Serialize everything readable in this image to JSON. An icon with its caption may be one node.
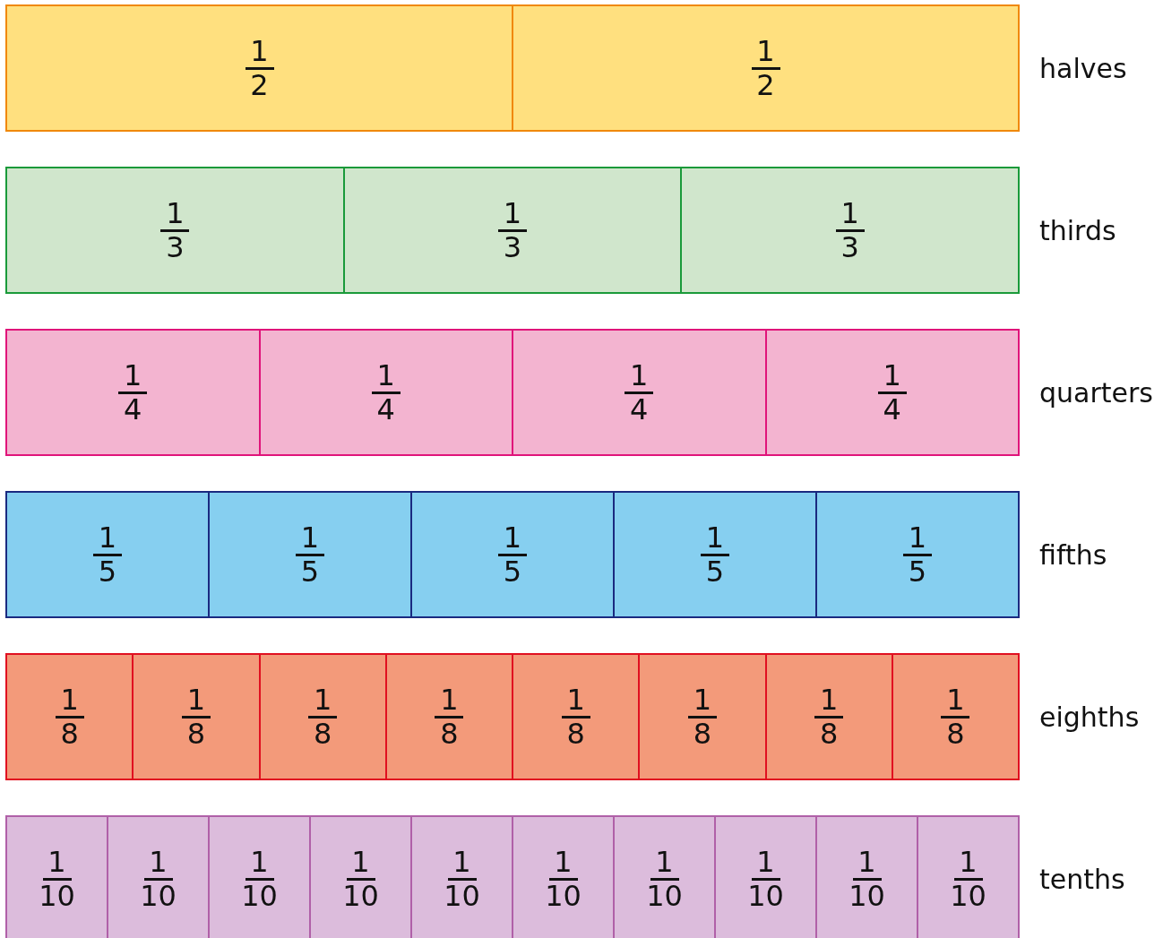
{
  "diagram": {
    "nodes": [
      {
        "text": [],
        "shape": "bar",
        "beside": [
          "halves"
        ]
      },
      {
        "text": [
          "1",
          "2"
        ],
        "in": 0
      },
      {
        "text": [
          "1",
          "2"
        ],
        "in": 0
      },
      {
        "text": [],
        "shape": "bar",
        "beside": [
          "thirds"
        ]
      },
      {
        "text": [
          "1",
          "3"
        ],
        "in": 3
      },
      {
        "text": [
          "1",
          "3"
        ],
        "in": 3
      },
      {
        "text": [
          "1",
          "3"
        ],
        "in": 3
      },
      {
        "text": [],
        "shape": "bar",
        "beside": [
          "quarters"
        ]
      },
      {
        "text": [
          "1",
          "4"
        ],
        "in": 7
      },
      {
        "text": [
          "1",
          "4"
        ],
        "in": 7
      },
      {
        "text": [
          "1",
          "4"
        ],
        "in": 7
      },
      {
        "text": [
          "1",
          "4"
        ],
        "in": 7
      },
      {
        "text": [],
        "shape": "bar",
        "beside": [
          "fifths"
        ]
      },
      {
        "text": [
          "1",
          "5"
        ],
        "in": 12
      },
      {
        "text": [
          "1",
          "5"
        ],
        "in": 12
      },
      {
        "text": [
          "1",
          "5"
        ],
        "in": 12
      },
      {
        "text": [
          "1",
          "5"
        ],
        "in": 12
      },
      {
        "text": [
          "1",
          "5"
        ],
        "in": 12
      },
      {
        "text": [],
        "shape": "bar",
        "beside": [
          "eighths"
        ]
      },
      {
        "text": [
          "1",
          "8"
        ],
        "in": 18
      },
      {
        "text": [
          "1",
          "8"
        ],
        "in": 18
      },
      {
        "text": [
          "1",
          "8"
        ],
        "in": 18
      },
      {
        "text": [
          "1",
          "8"
        ],
        "in": 18
      },
      {
        "text": [
          "1",
          "8"
        ],
        "in": 18
      },
      {
        "text": [
          "1",
          "8"
        ],
        "in": 18
      },
      {
        "text": [
          "1",
          "8"
        ],
        "in": 18
      },
      {
        "text": [
          "1",
          "8"
        ],
        "in": 18
      },
      {
        "text": [],
        "shape": "bar",
        "beside": [
          "tenths"
        ]
      },
      {
        "text": [
          "1",
          "10"
        ],
        "in": 27
      },
      {
        "text": [
          "1",
          "10"
        ],
        "in": 27
      },
      {
        "text": [
          "1",
          "10"
        ],
        "in": 27
      },
      {
        "text": [
          "1",
          "10"
        ],
        "in": 27
      },
      {
        "text": [
          "1",
          "10"
        ],
        "in": 27
      },
      {
        "text": [
          "1",
          "10"
        ],
        "in": 27
      },
      {
        "text": [
          "1",
          "10"
        ],
        "in": 27
      },
      {
        "text": [
          "1",
          "10"
        ],
        "in": 27
      },
      {
        "text": [
          "1",
          "10"
        ],
        "in": 27
      },
      {
        "text": [
          "1",
          "10"
        ],
        "in": 27
      }
    ]
  }
}
